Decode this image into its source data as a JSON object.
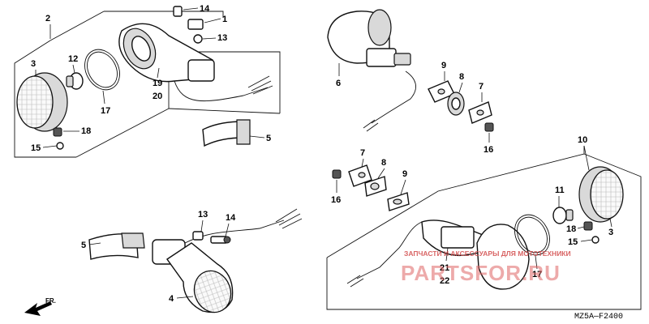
{
  "diagram_code": "MZ5A—F2400",
  "front_label": "FR.",
  "watermark": {
    "tagline": "ЗАПЧАСТИ И АКСЕССУАРЫ ДЛЯ МОТОТЕХНИКИ",
    "logo_text": "PARTSFOR.RU"
  },
  "callouts": {
    "c1": "1",
    "c2": "2",
    "c3a": "3",
    "c3b": "3",
    "c4": "4",
    "c5a": "5",
    "c5b": "5",
    "c6": "6",
    "c7a": "7",
    "c7b": "7",
    "c8a": "8",
    "c8b": "8",
    "c9a": "9",
    "c9b": "9",
    "c10": "10",
    "c11": "11",
    "c12": "12",
    "c13a": "13",
    "c13b": "13",
    "c14a": "14",
    "c14b": "14",
    "c15a": "15",
    "c15b": "15",
    "c16a": "16",
    "c16b": "16",
    "c17a": "17",
    "c17b": "17",
    "c18a": "18",
    "c18b": "18",
    "c19": "19",
    "c20": "20",
    "c21": "21",
    "c22": "22"
  }
}
